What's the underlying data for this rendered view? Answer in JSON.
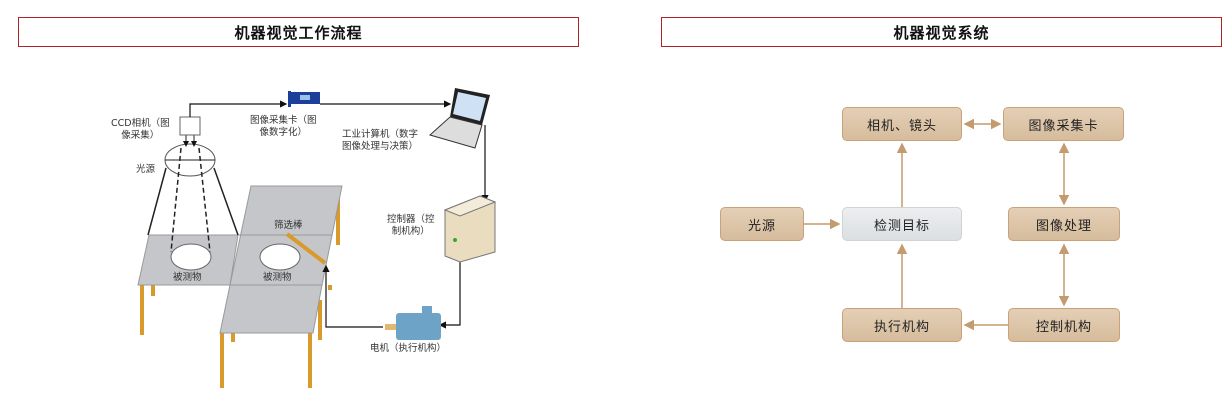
{
  "left": {
    "title": "机器视觉工作流程",
    "labels": {
      "ccd": "CCD相机（图",
      "ccd2": "像采集）",
      "card": "图像采集卡（图",
      "card2": "像数字化）",
      "pc": "工业计算机（数字",
      "pc2": "图像处理与决策）",
      "light": "光源",
      "controller": "控制器（控",
      "controller2": "制机构）",
      "rod": "筛选棒",
      "obj1": "被测物",
      "obj2": "被测物",
      "motor": "电机（执行机构）"
    }
  },
  "right": {
    "title": "机器视觉系统",
    "boxes": {
      "camera": "相机、镜头",
      "card": "图像采集卡",
      "light": "光源",
      "target": "检测目标",
      "process": "图像处理",
      "actuator": "执行机构",
      "control": "控制机构"
    }
  },
  "colors": {
    "header_border": "#b0232a",
    "box": "#dcc3a6",
    "arrow": "#c39b6f",
    "leg": "#d89a2a"
  }
}
